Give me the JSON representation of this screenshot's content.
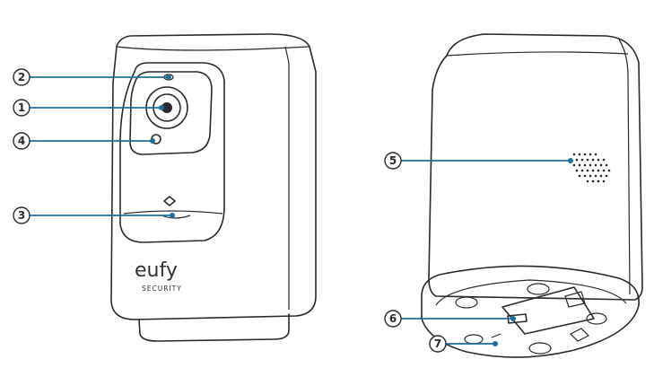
{
  "brand": {
    "logo_text": "eufy",
    "sub_text": "SECURITY"
  },
  "callouts": [
    {
      "id": "1",
      "label": "1"
    },
    {
      "id": "2",
      "label": "2"
    },
    {
      "id": "3",
      "label": "3"
    },
    {
      "id": "4",
      "label": "4"
    },
    {
      "id": "5",
      "label": "5"
    },
    {
      "id": "6",
      "label": "6"
    },
    {
      "id": "7",
      "label": "7"
    }
  ],
  "colors": {
    "callout_accent": "#1f6f9a",
    "outline": "#2a2a2a"
  }
}
